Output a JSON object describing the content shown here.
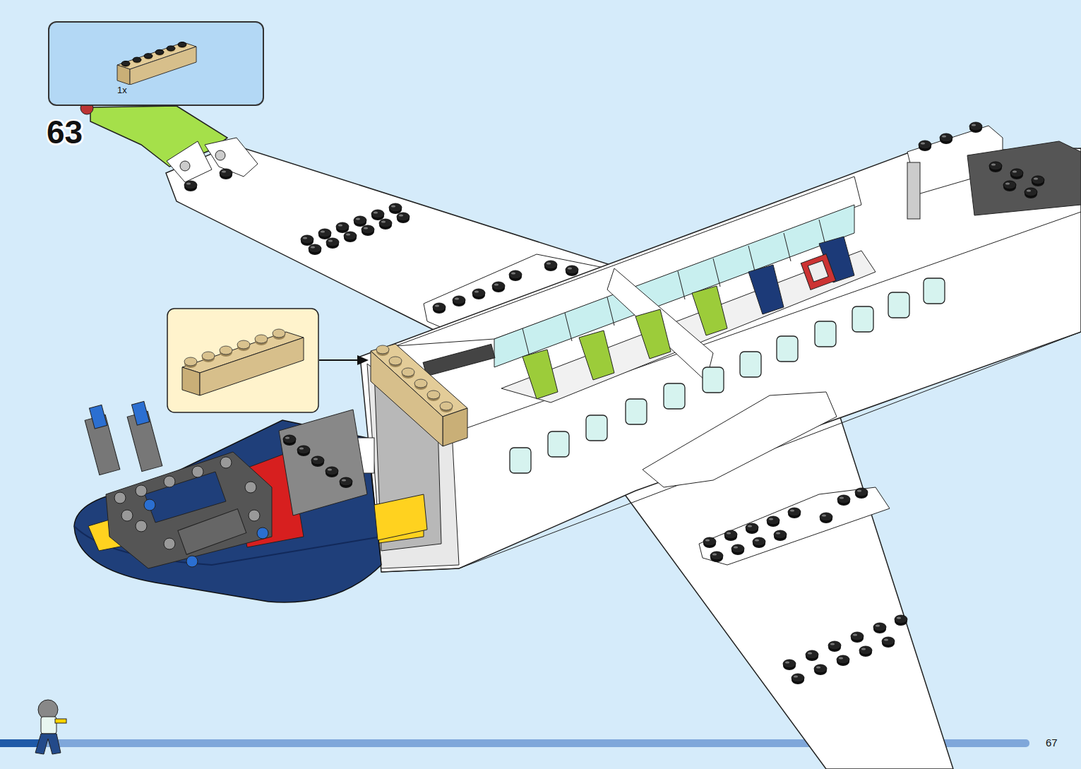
{
  "diagram": {
    "nodes": [
      {
        "text": [
          "1x"
        ]
      }
    ],
    "labels": [
      "63",
      "67"
    ]
  }
}
